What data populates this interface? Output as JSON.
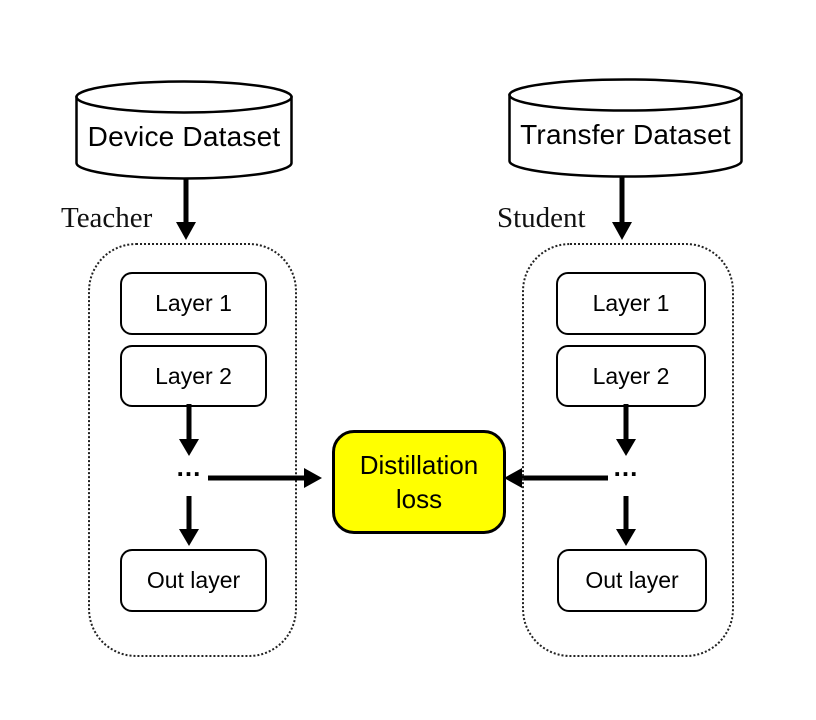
{
  "teacher": {
    "dataset_label": "Device Dataset",
    "role_label": "Teacher",
    "layers": [
      "Layer 1",
      "Layer 2"
    ],
    "ellipsis": "...",
    "out_layer_label": "Out layer"
  },
  "student": {
    "dataset_label": "Transfer Dataset",
    "role_label": "Student",
    "layers": [
      "Layer 1",
      "Layer 2"
    ],
    "ellipsis": "...",
    "out_layer_label": "Out layer"
  },
  "loss_box": {
    "label": "Distillation loss",
    "line1": "Distillation",
    "line2": "loss",
    "fill_color": "#FFFF00"
  },
  "colors": {
    "stroke": "#000000",
    "dotted_border": "#222222",
    "background": "#FFFFFF"
  }
}
